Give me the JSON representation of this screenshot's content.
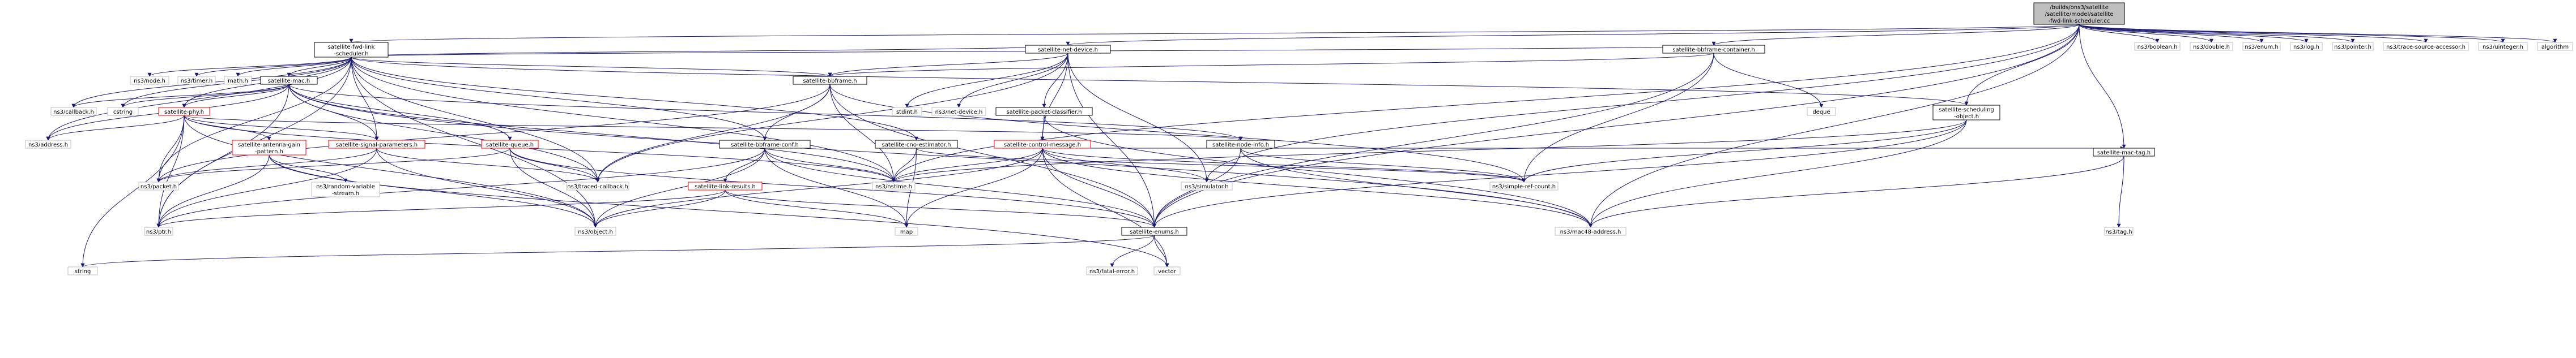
{
  "root_label": [
    "/builds/ons3/satellite",
    "/satellite/model/satellite",
    "-fwd-link-scheduler.cc"
  ],
  "nodes": {
    "fls": [
      "satellite-fwd-link",
      "-scheduler.h"
    ],
    "nd": [
      "satellite-net-device.h"
    ],
    "bbc": [
      "satellite-bbframe-container.h"
    ],
    "sch": [
      "satellite-scheduling",
      "-object.h"
    ],
    "mactag": [
      "satellite-mac-tag.h"
    ],
    "boolean": [
      "ns3/boolean.h"
    ],
    "double": [
      "ns3/double.h"
    ],
    "enum": [
      "ns3/enum.h"
    ],
    "log": [
      "ns3/log.h"
    ],
    "pointer": [
      "ns3/pointer.h"
    ],
    "tsa": [
      "ns3/trace-source-accessor.h"
    ],
    "uinteger": [
      "ns3/uinteger.h"
    ],
    "algorithm": [
      "algorithm"
    ],
    "node": [
      "ns3/node.h"
    ],
    "timer": [
      "ns3/timer.h"
    ],
    "math": [
      "math.h"
    ],
    "mac": [
      "satellite-mac.h"
    ],
    "bbframe": [
      "satellite-bbframe.h"
    ],
    "phy": [
      "satellite-phy.h"
    ],
    "callback": [
      "ns3/callback.h"
    ],
    "cstring": [
      "cstring"
    ],
    "address": [
      "ns3/address.h"
    ],
    "stdint": [
      "stdint.h"
    ],
    "netdevice": [
      "ns3/net-device.h"
    ],
    "pktcls": [
      "satellite-packet-classifier.h"
    ],
    "deque": [
      "deque"
    ],
    "bbconf": [
      "satellite-bbframe-conf.h"
    ],
    "cno": [
      "satellite-cno-estimator.h"
    ],
    "ctrl": [
      "satellite-control-message.h"
    ],
    "nodeinfo": [
      "satellite-node-info.h"
    ],
    "antenna": [
      "satellite-antenna-gain",
      "-pattern.h"
    ],
    "sigparams": [
      "satellite-signal-parameters.h"
    ],
    "queue": [
      "satellite-queue.h"
    ],
    "linkres": [
      "satellite-link-results.h"
    ],
    "packet": [
      "ns3/packet.h"
    ],
    "rvs": [
      "ns3/random-variable",
      "-stream.h"
    ],
    "traced": [
      "ns3/traced-callback.h"
    ],
    "nstime": [
      "ns3/nstime.h"
    ],
    "simulator": [
      "ns3/simulator.h"
    ],
    "simplerc": [
      "ns3/simple-ref-count.h"
    ],
    "ptr": [
      "ns3/ptr.h"
    ],
    "object": [
      "ns3/object.h"
    ],
    "map": [
      "map"
    ],
    "enums": [
      "satellite-enums.h"
    ],
    "mac48": [
      "ns3/mac48-address.h"
    ],
    "tag": [
      "ns3/tag.h"
    ],
    "string": [
      "string"
    ],
    "fatal": [
      "ns3/fatal-error.h"
    ],
    "vector": [
      "vector"
    ]
  },
  "colors": {
    "root_fill": "#bfbfbf",
    "node_fill": "#ffffff",
    "node_stroke": "#000000",
    "leaf_stroke": "#bfbfbf",
    "cyclic_stroke": "#ff0000",
    "edge": "#191970",
    "text": "#000000"
  }
}
